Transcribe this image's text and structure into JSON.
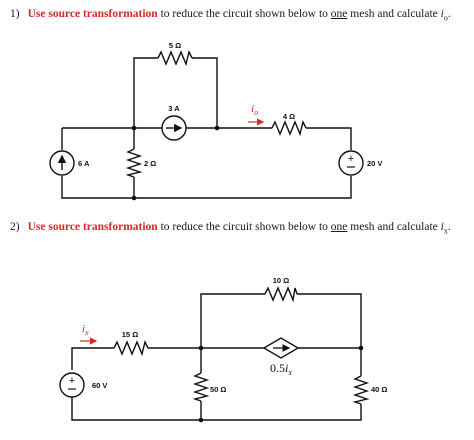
{
  "problems": [
    {
      "number": "1)",
      "lead": "Use source transformation",
      "mid": " to reduce the circuit shown below to ",
      "one": "one",
      "tail": " mesh and calculate ",
      "var": "i",
      "var_sub": "o",
      "end": "."
    },
    {
      "number": "2)",
      "lead": "Use source transformation",
      "mid": " to reduce the circuit shown below to ",
      "one": "one",
      "tail": " mesh and calculate ",
      "var": "i",
      "var_sub": "x",
      "end": "."
    }
  ],
  "circuit1": {
    "r_top": "5 Ω",
    "isrc_mid": "3 A",
    "current_label": "i",
    "current_sub": "o",
    "r_right": "4 Ω",
    "isrc_left": "6 A",
    "r_shunt": "2 Ω",
    "vsrc_right": "20 V"
  },
  "circuit2": {
    "r_top": "10 Ω",
    "current_label": "i",
    "current_sub": "x",
    "r_series": "15 Ω",
    "dep_gain": "0.5",
    "dep_var": "i",
    "dep_sub": "x",
    "vsrc": "60 V",
    "r_mid": "50 Ω",
    "r_right": "40 Ω"
  },
  "colors": {
    "accent": "#d42a2a",
    "wire": "#111111"
  }
}
